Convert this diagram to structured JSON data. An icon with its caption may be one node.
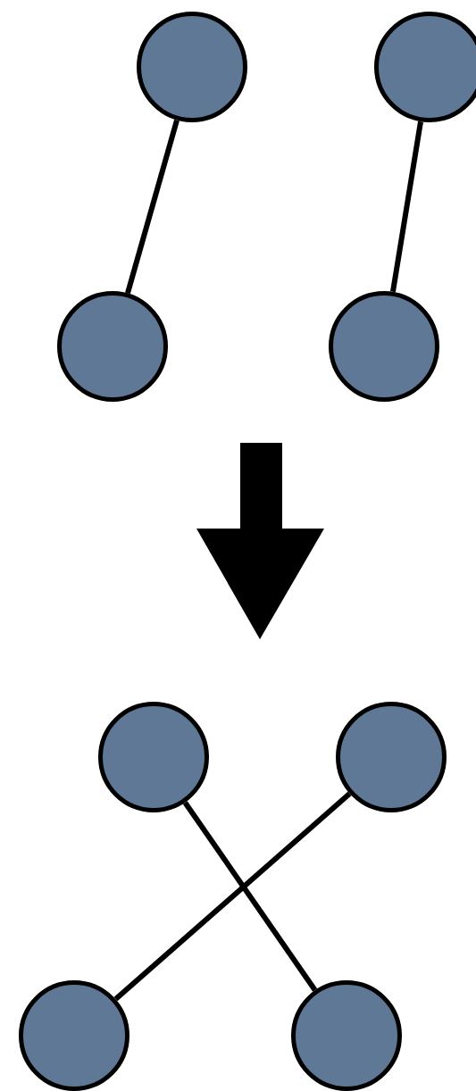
{
  "diagram": {
    "nodes": [
      {
        "text": [],
        "shape": "circle"
      },
      {
        "text": [],
        "shape": "circle"
      },
      {
        "text": [],
        "shape": "circle"
      },
      {
        "text": [],
        "shape": "circle"
      },
      {
        "text": [],
        "shape": "circle"
      },
      {
        "text": [],
        "shape": "circle"
      },
      {
        "text": [],
        "shape": "circle"
      },
      {
        "text": [],
        "shape": "circle"
      }
    ],
    "edges": [
      {
        "from": 0,
        "to": 2,
        "arrow": "none"
      },
      {
        "from": 1,
        "to": 3,
        "arrow": "none"
      },
      {
        "from": 4,
        "to": 7,
        "arrow": "none"
      },
      {
        "from": 5,
        "to": 6,
        "arrow": "none"
      }
    ]
  }
}
